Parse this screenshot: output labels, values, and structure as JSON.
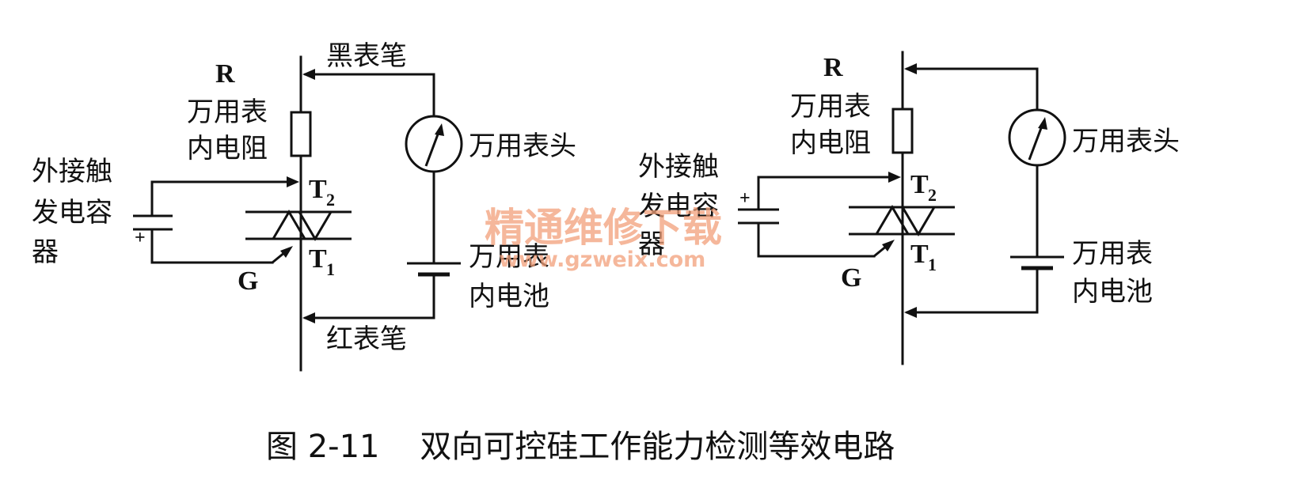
{
  "left_circuit": {
    "r_label": "R",
    "resistor_label_1": "万用表",
    "resistor_label_2": "内电阻",
    "black_probe": "黑表笔",
    "red_probe": "红表笔",
    "meter_label": "万用表头",
    "battery_label_1": "万用表",
    "battery_label_2": "内电池",
    "cap_label_1": "外接触",
    "cap_label_2": "发电容",
    "cap_label_3": "器",
    "t2": "T",
    "t2_sub": "2",
    "t1": "T",
    "t1_sub": "1",
    "gate": "G",
    "plus": "+"
  },
  "right_circuit": {
    "r_label": "R",
    "resistor_label_1": "万用表",
    "resistor_label_2": "内电阻",
    "meter_label": "万用表头",
    "battery_label_1": "万用表",
    "battery_label_2": "内电池",
    "cap_label_1": "外接触",
    "cap_label_2": "发电容",
    "cap_label_3": "器",
    "t2": "T",
    "t2_sub": "2",
    "t1": "T",
    "t1_sub": "1",
    "gate": "G",
    "plus": "+"
  },
  "watermark": {
    "text": "精通维修下载",
    "url": "www.gzweix.com"
  },
  "caption": "图 2-11    双向可控硅工作能力检测等效电路"
}
